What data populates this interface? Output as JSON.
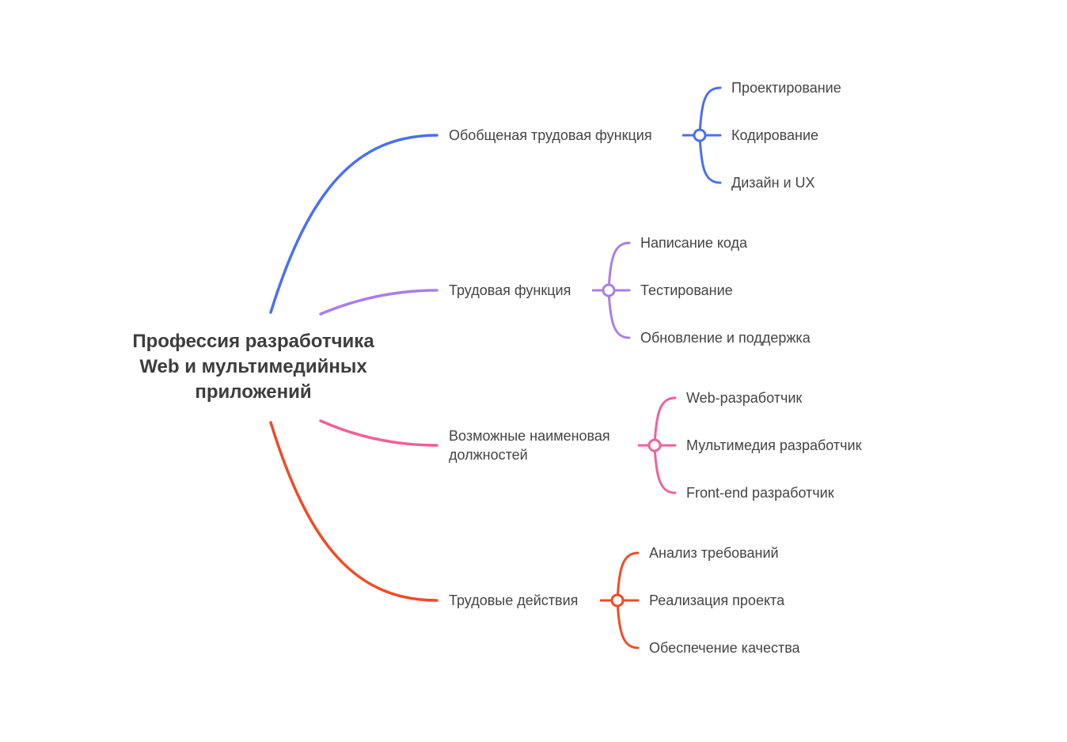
{
  "root": {
    "lines": [
      "Профессия разработчика",
      "Web и мультимедийных",
      "приложений"
    ]
  },
  "branches": [
    {
      "label_lines": [
        "Обобщеная трудовая функция"
      ],
      "color": "#4a6ff2",
      "children": [
        "Проектирование",
        "Кодирование",
        "Дизайн и UX"
      ]
    },
    {
      "label_lines": [
        "Трудовая функция"
      ],
      "color": "#a97ee8",
      "children": [
        "Написание кода",
        "Тестирование",
        "Обновление и поддержка"
      ]
    },
    {
      "label_lines": [
        "Возможные наименовая",
        "должностей"
      ],
      "color": "#f0609a",
      "children": [
        "Web-разработчик",
        "Мультимедия разработчик",
        "Front-end разработчик"
      ]
    },
    {
      "label_lines": [
        "Трудовые действия"
      ],
      "color": "#f24a25",
      "children": [
        "Анализ требований",
        "Реализация проекта",
        "Обеспечение качества"
      ]
    }
  ]
}
